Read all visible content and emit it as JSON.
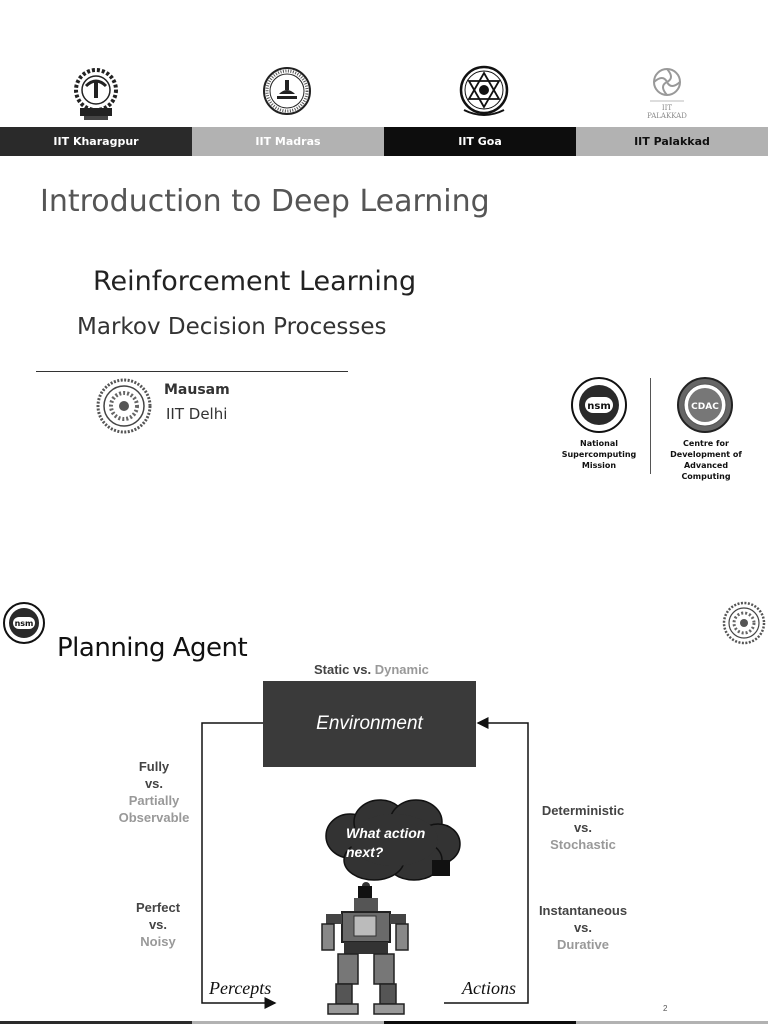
{
  "slide1": {
    "institutes": [
      {
        "name": "IIT Kharagpur",
        "style": "dark"
      },
      {
        "name": "IIT Madras",
        "style": "light"
      },
      {
        "name": "IIT Goa",
        "style": "black"
      },
      {
        "name": "IIT Palakkad",
        "style": "light dk-text"
      }
    ],
    "palakkad_logo_text": "IIT PALAKKAD",
    "course_title": "Introduction to Deep Learning",
    "subtitle": "Reinforcement Learning",
    "topic": "Markov Decision Processes",
    "author": {
      "name": "Mausam",
      "affiliation": "IIT Delhi"
    },
    "sponsors": [
      {
        "name": "National\nSupercomputing\nMission",
        "logo_text": "nsm",
        "icon": "nsm-logo-icon"
      },
      {
        "name": "Centre for\nDevelopment of\nAdvanced Computing",
        "logo_text": "CDAC",
        "icon": "cdac-logo-icon"
      }
    ]
  },
  "slide2": {
    "title": "Planning Agent",
    "environment_label": "Environment",
    "static_dynamic": {
      "main": "Static vs.",
      "alt": "Dynamic"
    },
    "properties": {
      "observability": {
        "main": "Fully",
        "vs": "vs.",
        "alt": "Partially\nObservable"
      },
      "perception": {
        "main": "Perfect",
        "vs": "vs.",
        "alt": "Noisy"
      },
      "determinism": {
        "main": "Deterministic",
        "vs": "vs.",
        "alt": "Stochastic"
      },
      "duration": {
        "main": "Instantaneous",
        "vs": "vs.",
        "alt": "Durative"
      }
    },
    "thought": "What action next?",
    "percepts_label": "Percepts",
    "actions_label": "Actions",
    "page_number": "2",
    "colors": {
      "box": "#3a3a3a",
      "alt_text": "#999999",
      "main_text": "#444444"
    }
  }
}
